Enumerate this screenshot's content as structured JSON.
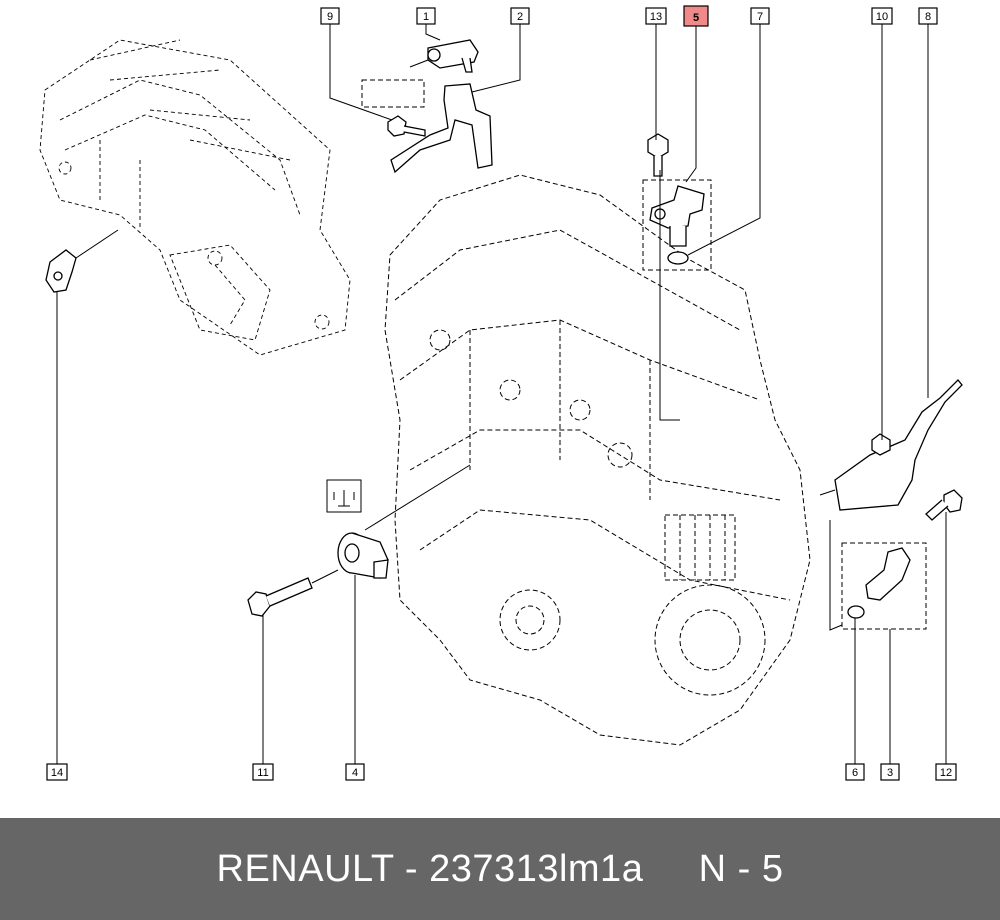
{
  "diagram": {
    "callouts": [
      {
        "id": "c9",
        "label": "9"
      },
      {
        "id": "c1",
        "label": "1"
      },
      {
        "id": "c2",
        "label": "2"
      },
      {
        "id": "c13",
        "label": "13"
      },
      {
        "id": "c5",
        "label": "5",
        "highlighted": true
      },
      {
        "id": "c7",
        "label": "7"
      },
      {
        "id": "c10",
        "label": "10"
      },
      {
        "id": "c8",
        "label": "8"
      },
      {
        "id": "c14",
        "label": "14"
      },
      {
        "id": "c11",
        "label": "11"
      },
      {
        "id": "c4",
        "label": "4"
      },
      {
        "id": "c6",
        "label": "6"
      },
      {
        "id": "c3",
        "label": "3"
      },
      {
        "id": "c12",
        "label": "12"
      }
    ],
    "highlight_color": "#f08a8a"
  },
  "footer": {
    "brand": "RENAULT",
    "separator": " - ",
    "part_number": "237313lm1a",
    "gap": "     ",
    "position_label": "N - 5",
    "background": "#666666"
  }
}
